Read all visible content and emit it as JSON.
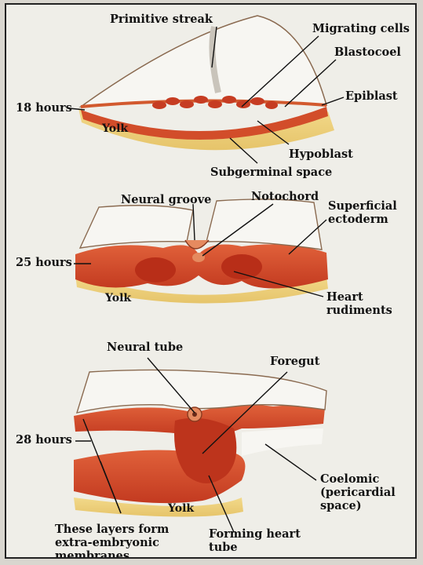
{
  "figure": {
    "stage_18": {
      "time": "18 hours",
      "labels": {
        "primitive_streak": "Primitive streak",
        "migrating_cells": "Migrating cells",
        "blastocoel": "Blastocoel",
        "epiblast": "Epiblast",
        "yolk": "Yolk",
        "hypoblast": "Hypoblast",
        "subgerminal_space": "Subgerminal space"
      }
    },
    "stage_25": {
      "time": "25 hours",
      "labels": {
        "neural_groove": "Neural groove",
        "notochord": "Notochord",
        "superficial_ectoderm_1": "Superficial",
        "superficial_ectoderm_2": "ectoderm",
        "yolk": "Yolk",
        "heart_rudiments_1": "Heart",
        "heart_rudiments_2": "rudiments"
      }
    },
    "stage_28": {
      "time": "28 hours",
      "labels": {
        "neural_tube": "Neural tube",
        "foregut": "Foregut",
        "coelomic_1": "Coelomic",
        "coelomic_2": "(pericardial",
        "coelomic_3": "space)",
        "yolk": "Yolk",
        "forming_heart_tube_1": "Forming heart",
        "forming_heart_tube_2": "tube",
        "layers_1": "These layers form",
        "layers_2": "extra-embryonic",
        "layers_3": "membranes"
      }
    }
  }
}
